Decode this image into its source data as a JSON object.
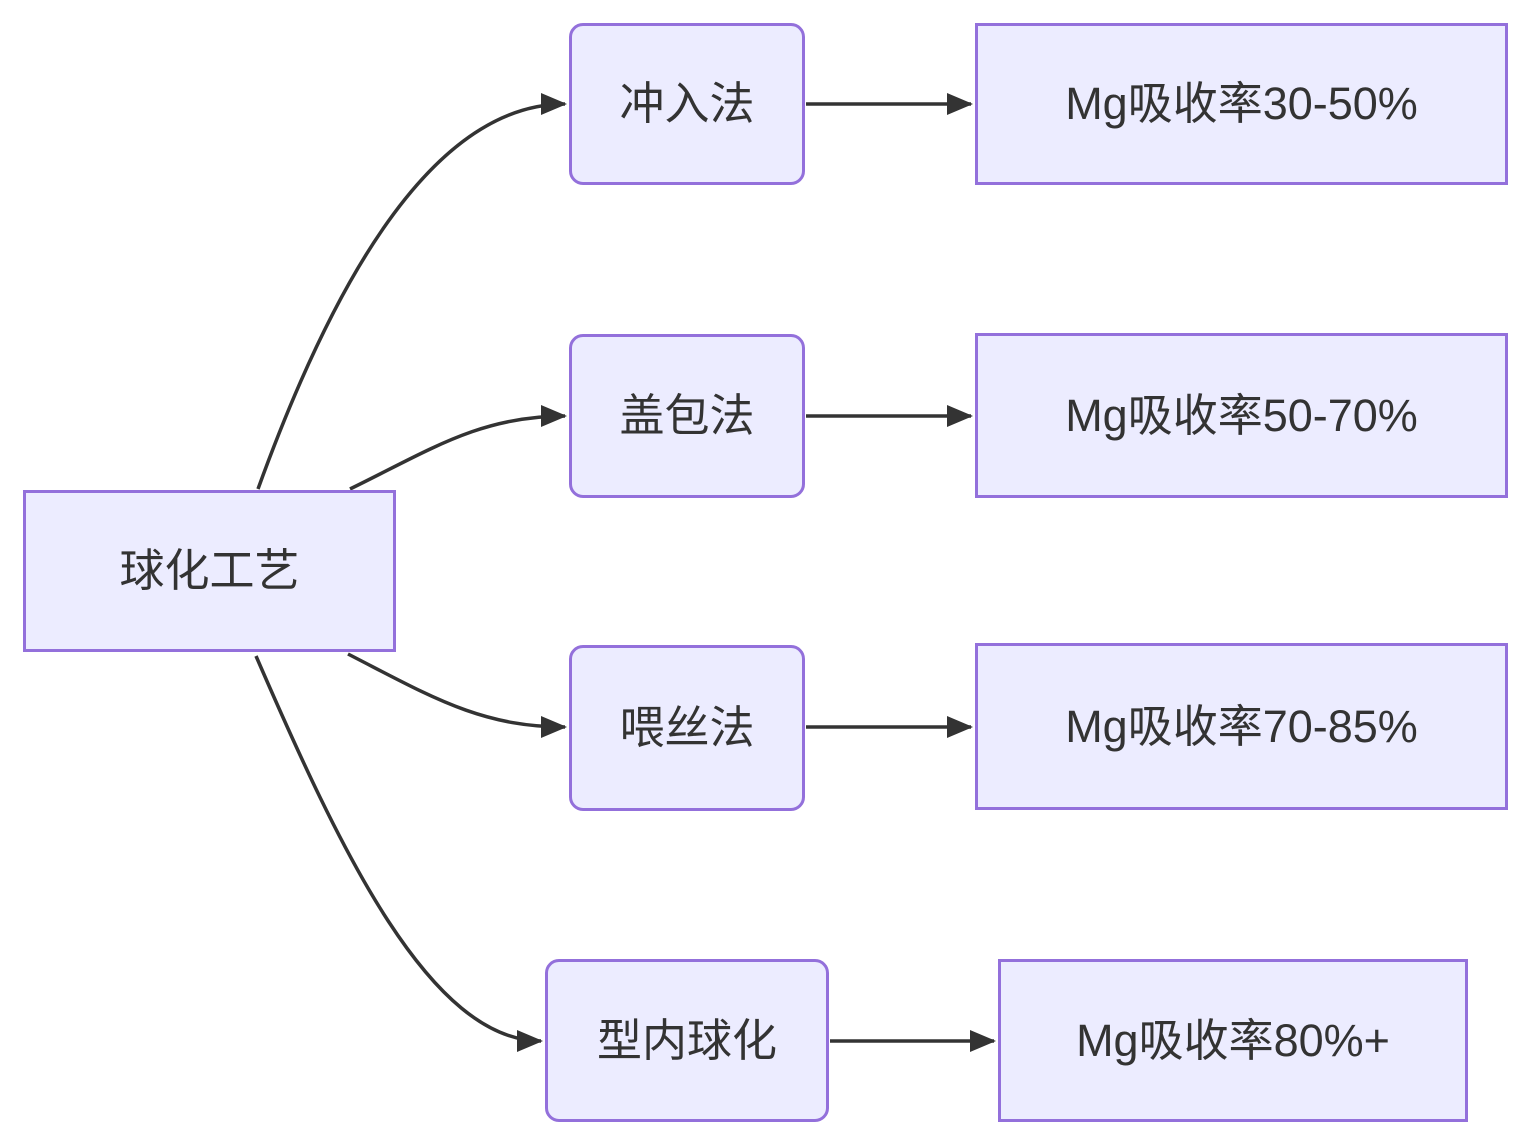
{
  "diagram": {
    "type": "flowchart-left-to-right",
    "root": {
      "label": "球化工艺"
    },
    "branches": [
      {
        "method": "冲入法",
        "result": "Mg吸收率30-50%"
      },
      {
        "method": "盖包法",
        "result": "Mg吸收率50-70%"
      },
      {
        "method": "喂丝法",
        "result": "Mg吸收率70-85%"
      },
      {
        "method": "型内球化",
        "result": "Mg吸收率80%+"
      }
    ]
  },
  "colors": {
    "node_fill": "#ECECFF",
    "node_border": "#9370DB",
    "edge_stroke": "#333333",
    "text": "#333333",
    "background": "#ffffff"
  }
}
